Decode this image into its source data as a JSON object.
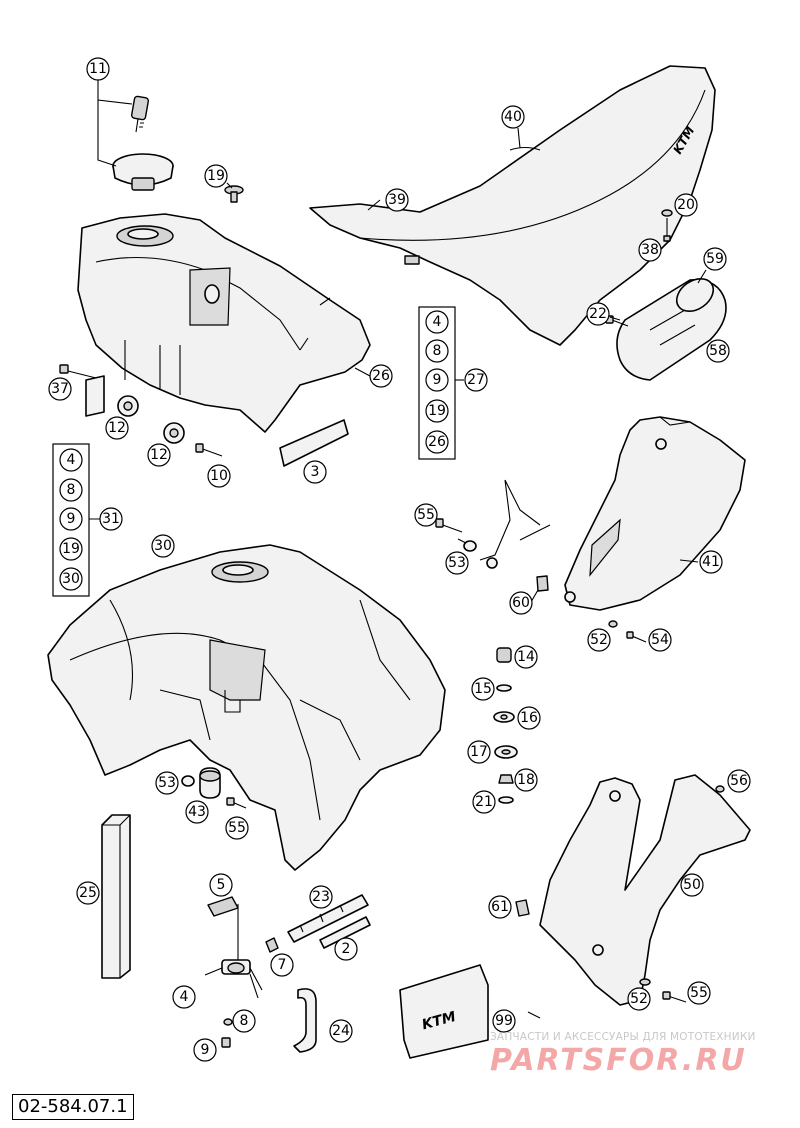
{
  "drawing_number": "02-584.07.1",
  "watermark": {
    "caption": "ЗАПЧАСТИ И АКСЕССУАРЫ ДЛЯ МОТОТЕХНИКИ",
    "logo": "PARTSFOR.RU"
  },
  "decal_logo": "KTM",
  "callouts": {
    "c11": "11",
    "c19": "19",
    "c40": "40",
    "c39": "39",
    "c20": "20",
    "c38": "38",
    "c59": "59",
    "c22": "22",
    "c58": "58",
    "c26": "26",
    "c37": "37",
    "c12a": "12",
    "c12b": "12",
    "c10": "10",
    "c3": "3",
    "c27": "27",
    "c31": "31",
    "c30": "30",
    "c55a": "55",
    "c53a": "53",
    "c60": "60",
    "c41": "41",
    "c52a": "52",
    "c54": "54",
    "c14": "14",
    "c15": "15",
    "c16": "16",
    "c17": "17",
    "c18": "18",
    "c21": "21",
    "c56": "56",
    "c53b": "53",
    "c43": "43",
    "c55b": "55",
    "c50": "50",
    "c25": "25",
    "c5": "5",
    "c23": "23",
    "c7": "7",
    "c2": "2",
    "c61": "61",
    "c4": "4",
    "c8": "8",
    "c9": "9",
    "c24": "24",
    "c52b": "52",
    "c55c": "55",
    "c99": "99"
  },
  "group_27": [
    "4",
    "8",
    "9",
    "19",
    "26"
  ],
  "group_31": [
    "4",
    "8",
    "9",
    "19",
    "30"
  ]
}
